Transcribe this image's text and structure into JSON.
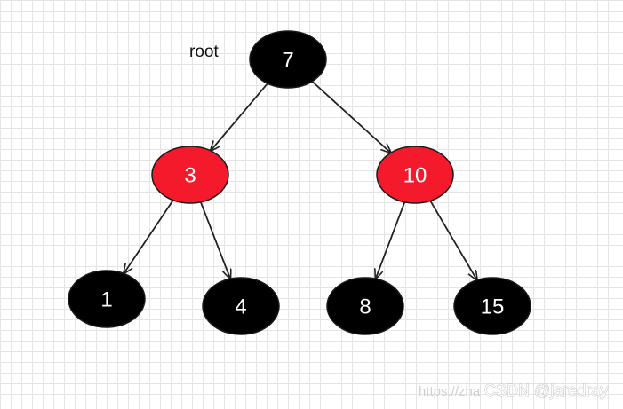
{
  "diagram": {
    "root_label": "root",
    "nodes": [
      {
        "id": "n7",
        "label": "7",
        "color": "black"
      },
      {
        "id": "n3",
        "label": "3",
        "color": "red"
      },
      {
        "id": "n10",
        "label": "10",
        "color": "red"
      },
      {
        "id": "n1",
        "label": "1",
        "color": "black"
      },
      {
        "id": "n4",
        "label": "4",
        "color": "black"
      },
      {
        "id": "n8",
        "label": "8",
        "color": "black"
      },
      {
        "id": "n15",
        "label": "15",
        "color": "black"
      }
    ],
    "edges": [
      {
        "from": "n7",
        "to": "n3"
      },
      {
        "from": "n7",
        "to": "n10"
      },
      {
        "from": "n3",
        "to": "n1"
      },
      {
        "from": "n3",
        "to": "n4"
      },
      {
        "from": "n10",
        "to": "n8"
      },
      {
        "from": "n10",
        "to": "n15"
      }
    ]
  },
  "colors": {
    "red_fill": "#f41a2c",
    "black_fill": "#000000",
    "node_stroke": "#1a1a1a",
    "edge": "#222222",
    "red_text": "#ffffff",
    "black_text": "#ffffff"
  },
  "watermark": {
    "url_text": "https://zha",
    "brand": "CSDN @jaredray"
  }
}
